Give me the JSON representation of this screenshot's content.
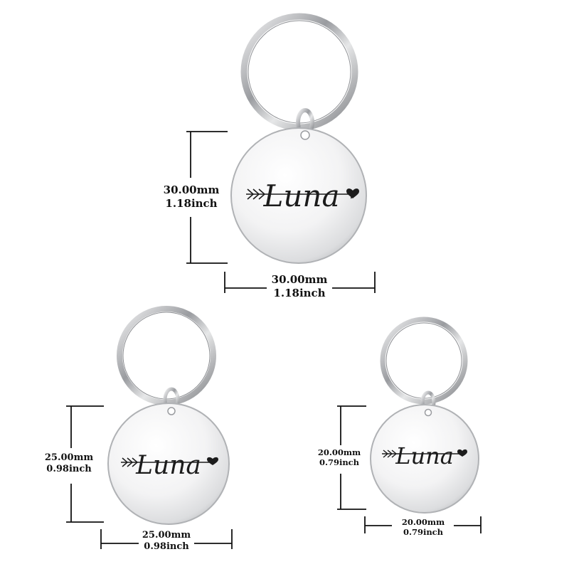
{
  "tags": [
    {
      "name_text": "Luna",
      "height": {
        "mm": "30.00mm",
        "inch": "1.18inch"
      },
      "width": {
        "mm": "30.00mm",
        "inch": "1.18inch"
      }
    },
    {
      "name_text": "Luna",
      "height": {
        "mm": "25.00mm",
        "inch": "0.98inch"
      },
      "width": {
        "mm": "25.00mm",
        "inch": "0.98inch"
      }
    },
    {
      "name_text": "Luna",
      "height": {
        "mm": "20.00mm",
        "inch": "0.79inch"
      },
      "width": {
        "mm": "20.00mm",
        "inch": "0.79inch"
      }
    }
  ],
  "colors": {
    "background": "#ffffff",
    "metal": "#d9dadc",
    "engraving": "#1c1c1c",
    "dimension_lines": "#111111"
  }
}
